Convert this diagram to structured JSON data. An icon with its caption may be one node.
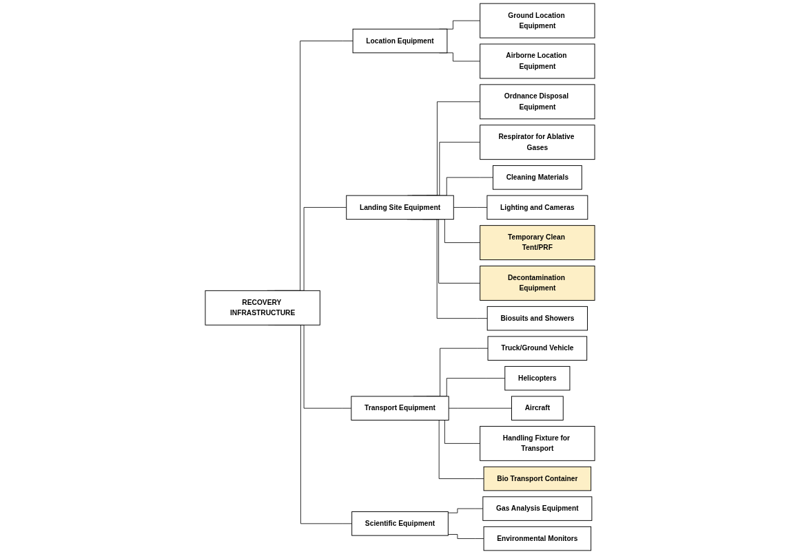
{
  "diagram": {
    "nodes": [
      {
        "text": [
          "RECOVERY INFRASTRUCTURE"
        ]
      },
      {
        "text": [
          "Location Equipment"
        ]
      },
      {
        "text": [
          "Ground Location Equipment"
        ]
      },
      {
        "text": [
          "Airborne Location Equipment"
        ]
      },
      {
        "text": [
          "Landing Site Equipment"
        ]
      },
      {
        "text": [
          "Ordnance Disposal Equipment"
        ]
      },
      {
        "text": [
          "Respirator for Ablative Gases"
        ]
      },
      {
        "text": [
          "Cleaning Materials"
        ]
      },
      {
        "text": [
          "Lighting and Cameras"
        ]
      },
      {
        "text": [
          "Temporary Clean Tent/PRF"
        ]
      },
      {
        "text": [
          "Decontamination Equipment"
        ]
      },
      {
        "text": [
          "Biosuits and Showers"
        ]
      },
      {
        "text": [
          "Transport Equipment"
        ]
      },
      {
        "text": [
          "Truck/Ground Vehicle"
        ]
      },
      {
        "text": [
          "Helicopters"
        ]
      },
      {
        "text": [
          "Aircraft"
        ]
      },
      {
        "text": [
          "Handling Fixture for Transport"
        ]
      },
      {
        "text": [
          "Bio Transport Container"
        ]
      },
      {
        "text": [
          "Scientific Equipment"
        ]
      },
      {
        "text": [
          "Gas Analysis Equipment"
        ]
      },
      {
        "text": [
          "Environmental Monitors"
        ]
      }
    ],
    "edges": [
      {
        "from": 0,
        "to": 1,
        "arrow": "none"
      },
      {
        "from": 0,
        "to": 4,
        "arrow": "none"
      },
      {
        "from": 0,
        "to": 12,
        "arrow": "none"
      },
      {
        "from": 0,
        "to": 18,
        "arrow": "none"
      },
      {
        "from": 1,
        "to": 2,
        "arrow": "none"
      },
      {
        "from": 1,
        "to": 3,
        "arrow": "none"
      },
      {
        "from": 4,
        "to": 5,
        "arrow": "none"
      },
      {
        "from": 4,
        "to": 6,
        "arrow": "none"
      },
      {
        "from": 4,
        "to": 7,
        "arrow": "none"
      },
      {
        "from": 4,
        "to": 8,
        "arrow": "none"
      },
      {
        "from": 4,
        "to": 9,
        "arrow": "none"
      },
      {
        "from": 4,
        "to": 10,
        "arrow": "none"
      },
      {
        "from": 4,
        "to": 11,
        "arrow": "none"
      },
      {
        "from": 12,
        "to": 13,
        "arrow": "none"
      },
      {
        "from": 12,
        "to": 14,
        "arrow": "none"
      },
      {
        "from": 12,
        "to": 15,
        "arrow": "none"
      },
      {
        "from": 12,
        "to": 16,
        "arrow": "none"
      },
      {
        "from": 12,
        "to": 17,
        "arrow": "none"
      },
      {
        "from": 18,
        "to": 19,
        "arrow": "none"
      },
      {
        "from": 18,
        "to": 20,
        "arrow": "none"
      }
    ]
  }
}
